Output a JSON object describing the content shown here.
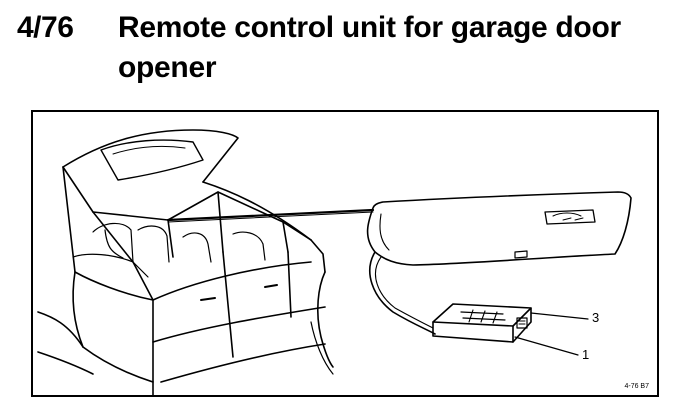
{
  "heading": {
    "number": "4/76",
    "title": "Remote control unit for garage door opener"
  },
  "figure": {
    "callouts": [
      "3",
      "1"
    ],
    "figure_id": "4-76  B7"
  }
}
